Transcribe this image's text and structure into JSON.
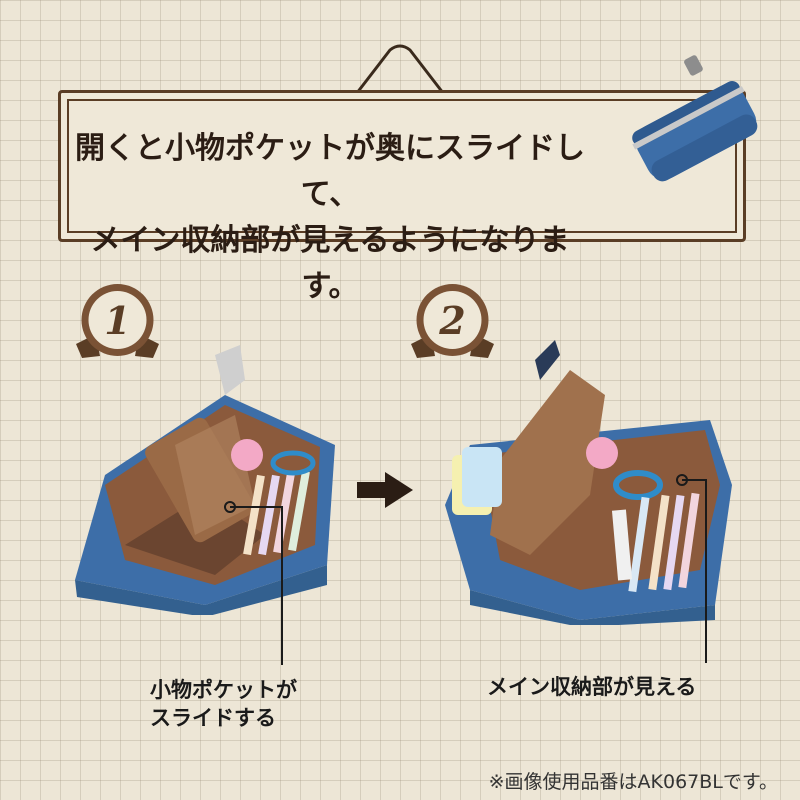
{
  "header": {
    "line1": "開くと小物ポケットが奥にスライドして、",
    "line2": "メイン収納部が見えるようになります。"
  },
  "steps": [
    {
      "number": "1",
      "callout_line1": "小物ポケットが",
      "callout_line2": "スライドする"
    },
    {
      "number": "2",
      "callout": "メイン収納部が見える"
    }
  ],
  "footnote": "※画像使用品番はAK067BLです。",
  "colors": {
    "frame": "#5a3d25",
    "pouch_blue": "#3d6ea8",
    "lining": "#8b5a3c",
    "background": "#ede6d6"
  }
}
